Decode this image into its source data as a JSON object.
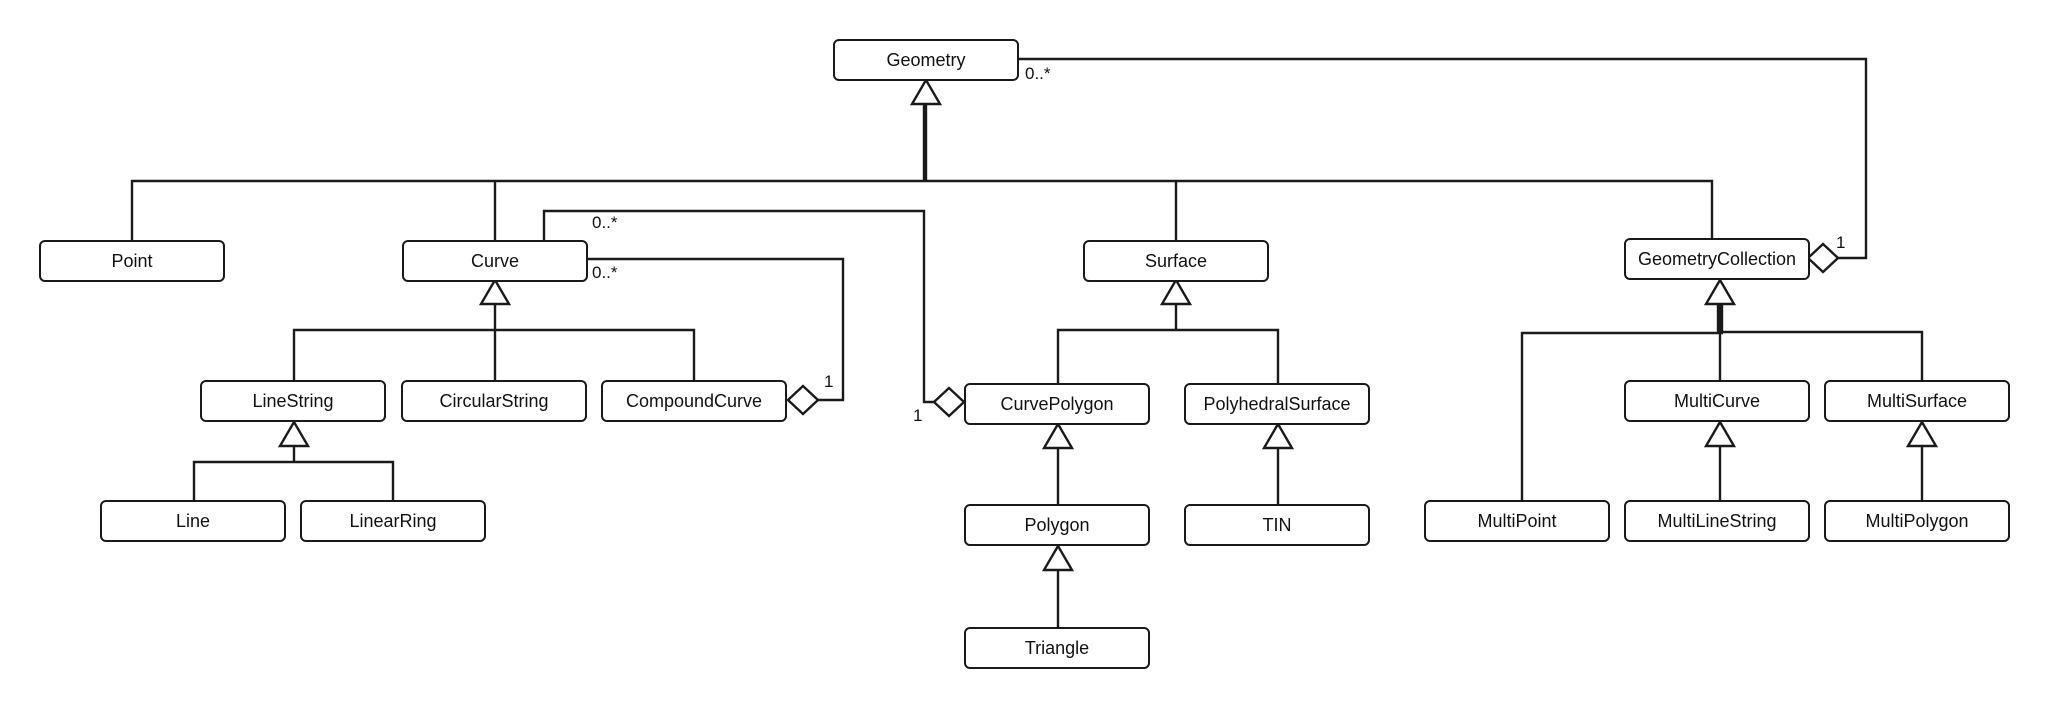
{
  "classes": {
    "geometry": "Geometry",
    "point": "Point",
    "curve": "Curve",
    "surface": "Surface",
    "geometry_collection": "GeometryCollection",
    "line_string": "LineString",
    "circular_string": "CircularString",
    "compound_curve": "CompoundCurve",
    "curve_polygon": "CurvePolygon",
    "polyhedral_surface": "PolyhedralSurface",
    "multi_curve": "MultiCurve",
    "multi_surface": "MultiSurface",
    "line": "Line",
    "linear_ring": "LinearRing",
    "polygon": "Polygon",
    "tin": "TIN",
    "multi_point": "MultiPoint",
    "multi_line_string": "MultiLineString",
    "multi_polygon": "MultiPolygon",
    "triangle": "Triangle"
  },
  "multiplicities": {
    "geometry_to_collection_many": "0..*",
    "collection_one": "1",
    "curve_to_polygon_many": "0..*",
    "curve_to_compound_many": "0..*",
    "compound_one": "1",
    "polygon_one": "1"
  },
  "colors": {
    "stroke": "#1a1a1a",
    "fill": "#ffffff",
    "text": "#111111"
  }
}
